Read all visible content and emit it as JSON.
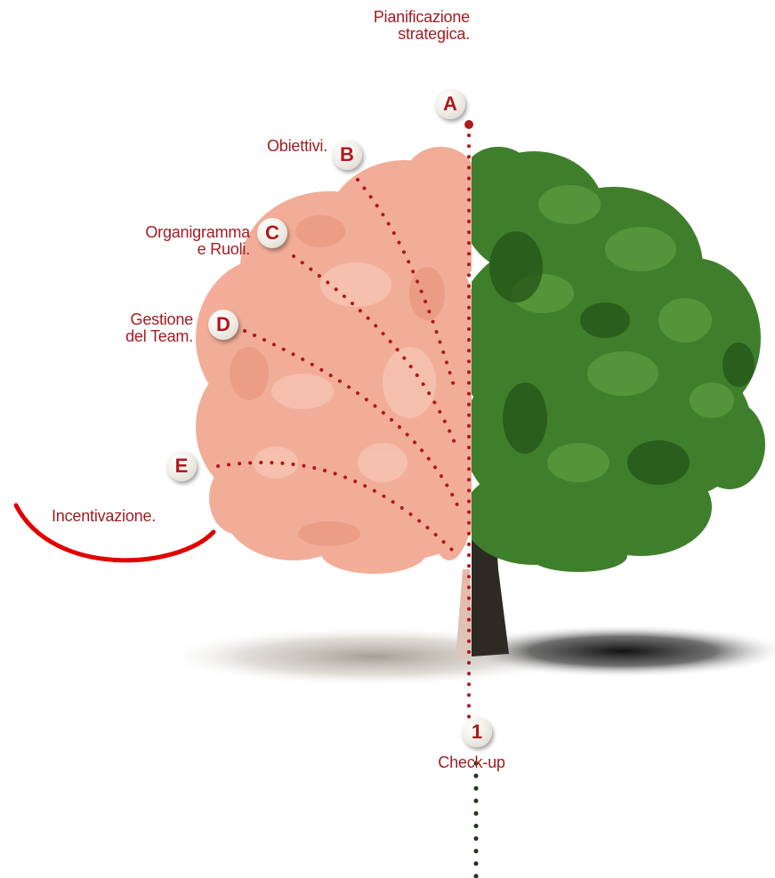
{
  "colors": {
    "accent_red": "#b0181c",
    "label_red": "#a11d22",
    "arc_red": "#e00000",
    "foliage_salmon": "#f2a993",
    "foliage_green": "#3f7f2c",
    "trunk_dark": "#2d2a24",
    "dots_dark_green": "#1f3a1a"
  },
  "icons": {
    "tree_left": "stylized-salmon-tree-half",
    "tree_right": "green-oak-tree-half"
  },
  "steps": [
    {
      "id": "A",
      "badge": "A",
      "lines": [
        "Pianificazione",
        "strategica."
      ]
    },
    {
      "id": "B",
      "badge": "B",
      "lines": [
        "Obiettivi."
      ]
    },
    {
      "id": "C",
      "badge": "C",
      "lines": [
        "Organigramma",
        "e Ruoli."
      ]
    },
    {
      "id": "D",
      "badge": "D",
      "lines": [
        "Gestione",
        "del Team."
      ]
    },
    {
      "id": "E",
      "badge": "E",
      "lines": [
        "Incentivazione."
      ]
    }
  ],
  "checkup": {
    "badge": "1",
    "label": "Check-up"
  }
}
